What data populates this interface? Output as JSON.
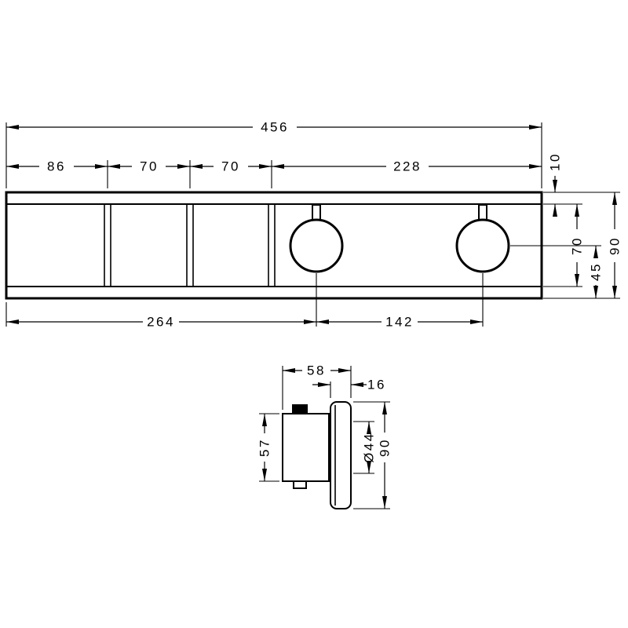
{
  "drawing": {
    "front": {
      "total_width": "456",
      "seg1": "86",
      "seg2": "70",
      "seg3": "70",
      "seg4": "228",
      "flange_height": "10",
      "inner_height": "70",
      "total_height": "90",
      "knob_to_bottom": "45",
      "left_to_knob": "264",
      "knob_spacing": "142"
    },
    "side": {
      "total_depth": "58",
      "plate_depth": "16",
      "handle_height": "57",
      "knob_diameter": "Ø44",
      "plate_height": "90"
    },
    "colors": {
      "line": "#000000",
      "background": "#ffffff"
    }
  }
}
